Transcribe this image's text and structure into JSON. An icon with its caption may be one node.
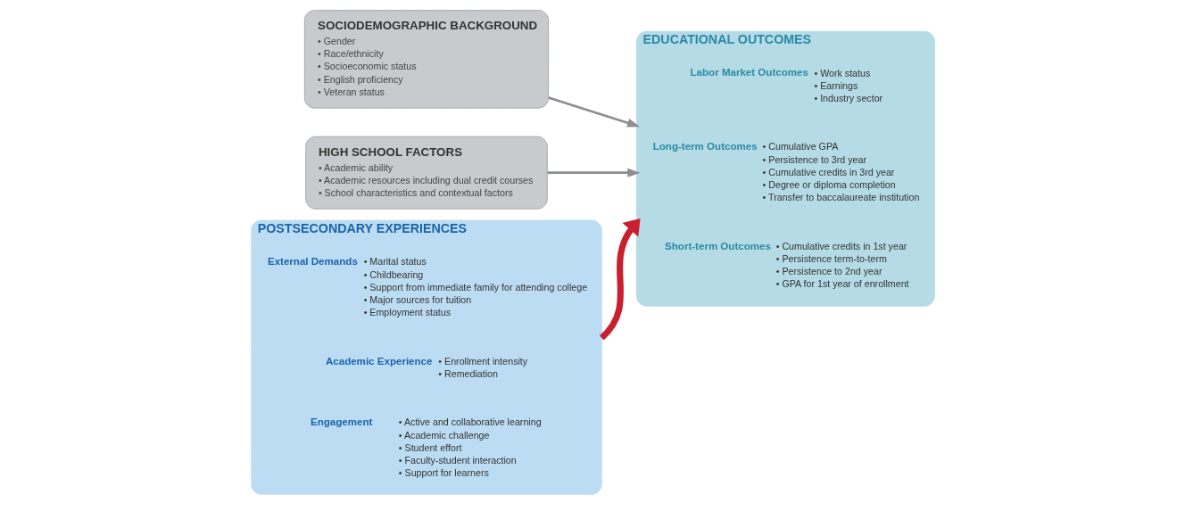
{
  "diagram": {
    "nodes": [
      {
        "text": [
          "SOCIODEMOGRAPHIC BACKGROUND",
          "• Gender",
          "• Race/ethnicity",
          "• Socioeconomic status",
          "• English proficiency",
          "• Veteran status"
        ]
      },
      {
        "text": [
          "HIGH SCHOOL FACTORS",
          "• Academic ability",
          "• Academic resources including dual credit courses",
          "• School characteristics and contextual factors"
        ]
      },
      {
        "text": [
          "POSTSECONDARY EXPERIENCES"
        ]
      },
      {
        "text": [
          "Engagement",
          "• Active and collaborative learning",
          "• Academic challenge",
          "• Student effort",
          "• Faculty-student interaction",
          "• Support for learners"
        ],
        "in": 2
      },
      {
        "text": [
          "Academic Experience",
          "• Enrollment intensity",
          "• Remediation"
        ],
        "in": 2
      },
      {
        "text": [
          "External Demands",
          "• Marital status",
          "• Childbearing",
          "• Support from immediate family for attending college",
          "• Major sources for tuition",
          "• Employment status"
        ],
        "in": 2
      },
      {
        "text": [
          "EDUCATIONAL OUTCOMES"
        ]
      },
      {
        "text": [
          "Short-term Outcomes",
          "• Cumulative credits in 1st year",
          "• Persistence term-to-term",
          "• Persistence to 2nd year",
          "• GPA for 1st year of enrollment"
        ],
        "in": 6
      },
      {
        "text": [
          "Long-term Outcomes",
          "• Cumulative GPA",
          "• Persistence to 3rd year",
          "• Cumulative credits in 3rd year",
          "• Degree or diploma completion",
          "• Transfer to baccalaureate institution"
        ],
        "in": 6
      },
      {
        "text": [
          "Labor Market Outcomes",
          "• Work status",
          "• Earnings",
          "• Industry sector"
        ],
        "in": 6
      }
    ],
    "edges": [
      {
        "from": 0,
        "to": 6,
        "arrow": "to"
      },
      {
        "from": 1,
        "to": 6,
        "arrow": "to"
      },
      {
        "from": 2,
        "to": 6,
        "arrow": "to",
        "style": "thick",
        "color": "#c8202e"
      }
    ]
  }
}
